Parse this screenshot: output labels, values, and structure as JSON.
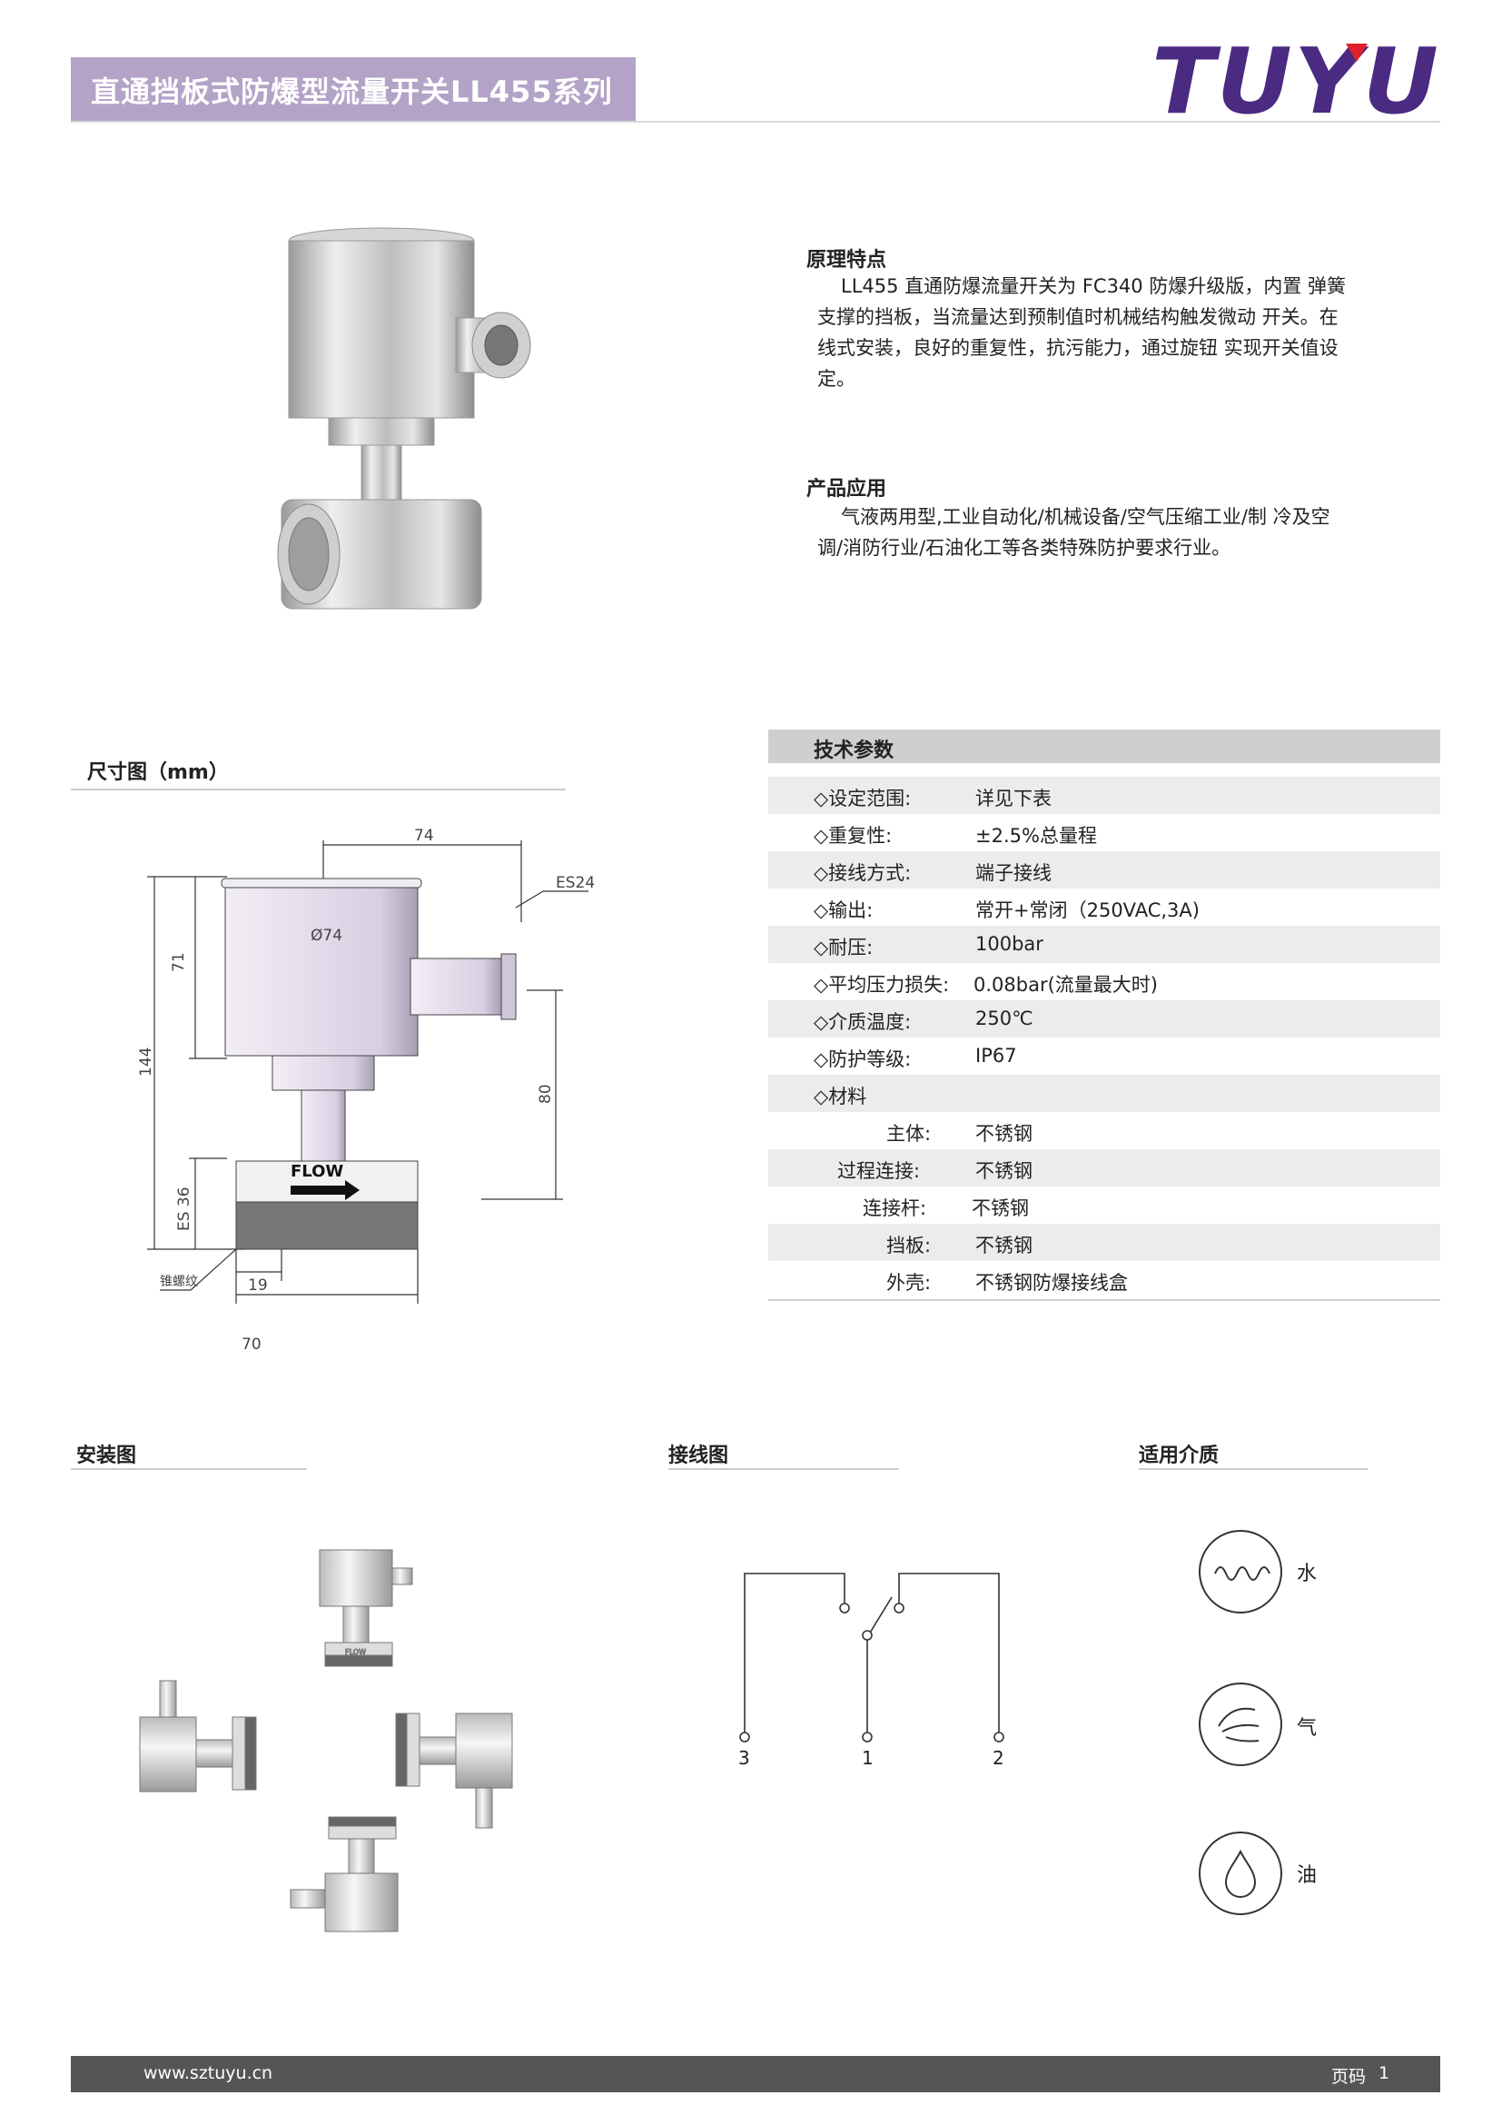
{
  "header": {
    "title": "直通挡板式防爆型流量开关LL455系列",
    "logo": "TUYU"
  },
  "principle": {
    "heading": "原理特点",
    "lines": [
      "LL455 直通防爆流量开关为 FC340 防爆升级版，内置 弹簧",
      "支撑的挡板，当流量达到预制值时机械结构触发微动 开关。在",
      "线式安装，良好的重复性，抗污能力，通过旋钮 实现开关值设",
      "定。"
    ]
  },
  "application": {
    "heading": "产品应用",
    "lines": [
      "气液两用型,工业自动化/机械设备/空气压缩工业/制 冷及空",
      "调/消防行业/石油化工等各类特殊防护要求行业。"
    ]
  },
  "dimension": {
    "heading": "尺寸图（mm）",
    "labels": {
      "top_width": "74",
      "diameter": "Ø74",
      "es24": "ES24",
      "h71": "71",
      "h144": "144",
      "h80": "80",
      "es36": "ES 36",
      "d19": "19",
      "w70": "70",
      "thread": "锥螺纹",
      "flow": "FLOW"
    }
  },
  "specs": {
    "heading": "技术参数",
    "rows": [
      {
        "label": "◇设定范围:",
        "value": "详见下表"
      },
      {
        "label": "◇重复性:",
        "value": "±2.5%总量程"
      },
      {
        "label": "◇接线方式:",
        "value": "端子接线"
      },
      {
        "label": "◇输出:",
        "value": "常开+常闭（250VAC,3A)"
      },
      {
        "label": "◇耐压:",
        "value": "100bar"
      },
      {
        "label": "◇平均压力损失:",
        "value": "0.08bar(流量最大时)"
      },
      {
        "label": "◇介质温度:",
        "value": "250℃"
      },
      {
        "label": "◇防护等级:",
        "value": "IP67"
      },
      {
        "label": "◇材料",
        "value": ""
      },
      {
        "label": "主体:",
        "value": "不锈钢"
      },
      {
        "label": "过程连接:",
        "value": "不锈钢"
      },
      {
        "label": "连接杆:",
        "value": "不锈钢"
      },
      {
        "label": "挡板:",
        "value": "不锈钢"
      },
      {
        "label": "外壳:",
        "value": "不锈钢防爆接线盒"
      }
    ]
  },
  "install": {
    "heading": "安装图",
    "flow": "FLOW"
  },
  "wiring": {
    "heading": "接线图",
    "terminals": [
      "3",
      "1",
      "2"
    ]
  },
  "media": {
    "heading": "适用介质",
    "items": [
      "水",
      "气",
      "油"
    ]
  },
  "footer": {
    "url": "www.sztuyu.cn",
    "page_label": "页码",
    "page_number": "1"
  },
  "colors": {
    "title_bar": "#b3a3c7",
    "logo": "#4b2a82",
    "logo_accent": "#e0202a",
    "footer": "#555555"
  }
}
